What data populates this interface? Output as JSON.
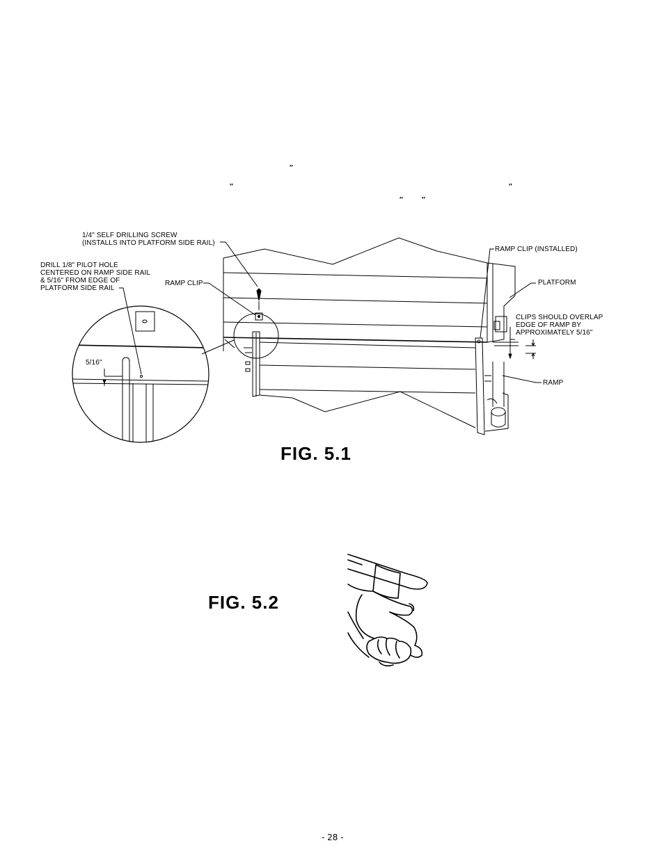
{
  "stray_marks": {
    "m1": "″",
    "m2": "″",
    "m3": "″",
    "m4": "″",
    "m5": "″"
  },
  "fig51": {
    "label": "FIG. 5.1",
    "callouts": {
      "screw": "1/4\" SELF DRILLING SCREW\n(INSTALLS INTO PLATFORM SIDE RAIL)",
      "drill": "DRILL 1/8\" PILOT HOLE\nCENTERED ON RAMP SIDE RAIL\n& 5/16\" FROM EDGE OF\nPLATFORM SIDE RAIL",
      "ramp_clip": "RAMP CLIP",
      "ramp_clip_installed": "RAMP CLIP (INSTALLED)",
      "platform": "PLATFORM",
      "overlap": "CLIPS SHOULD OVERLAP\nEDGE OF RAMP BY\nAPPROXIMATELY 5/16\"",
      "ramp": "RAMP",
      "dimension": "5/16\""
    }
  },
  "fig52": {
    "label": "FIG. 5.2"
  },
  "footer": {
    "page_number": "- 28 -"
  }
}
